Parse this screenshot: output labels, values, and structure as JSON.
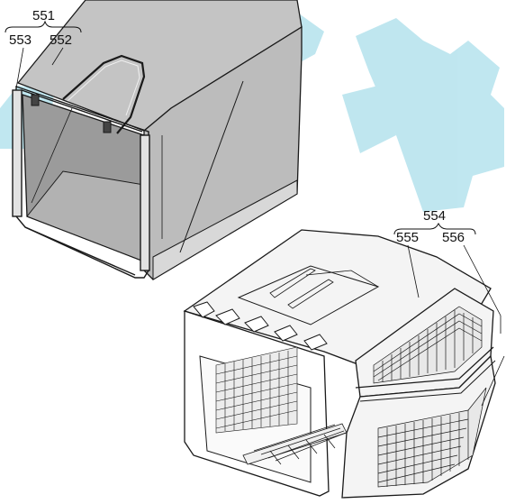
{
  "diagram": {
    "watermark_color": "#b9e4ee",
    "line_color": "#1a1a1a",
    "bag_fill": "#bdbdbd",
    "part_labels": {
      "group_bag": "551",
      "frame": "553",
      "bag": "552",
      "group_box": "554",
      "box_upper": "555",
      "box_lower": "556"
    }
  }
}
